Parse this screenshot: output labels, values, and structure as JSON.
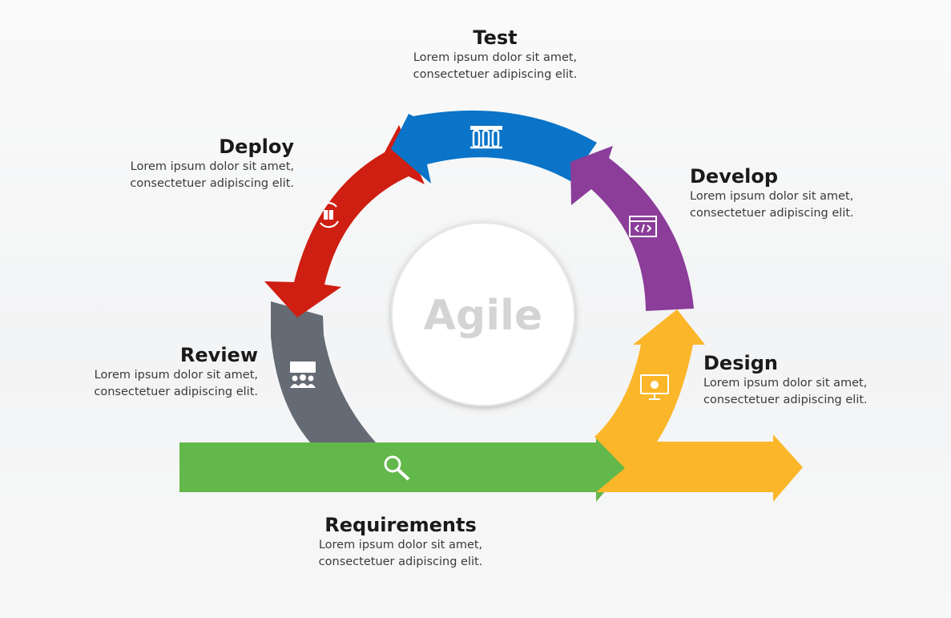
{
  "center": {
    "label": "Agile"
  },
  "stages": {
    "test": {
      "title": "Test",
      "line1": "Lorem ipsum dolor sit amet,",
      "line2": "consectetuer adipiscing elit.",
      "color": "#0a74c8",
      "icon": "test-tubes-icon"
    },
    "deploy": {
      "title": "Deploy",
      "line1": "Lorem ipsum dolor sit amet,",
      "line2": "consectetuer adipiscing elit.",
      "color": "#cf1e12",
      "icon": "package-cycle-icon"
    },
    "develop": {
      "title": "Develop",
      "line1": "Lorem ipsum dolor sit amet,",
      "line2": "consectetuer adipiscing elit.",
      "color": "#8b3d99",
      "icon": "code-window-icon"
    },
    "review": {
      "title": "Review",
      "line1": "Lorem ipsum dolor sit amet,",
      "line2": "consectetuer adipiscing elit.",
      "color": "#646b74",
      "icon": "presentation-team-icon"
    },
    "design": {
      "title": "Design",
      "line1": "Lorem ipsum dolor sit amet,",
      "line2": "consectetuer adipiscing elit.",
      "color": "#fbb629",
      "icon": "design-monitor-icon"
    },
    "requirements": {
      "title": "Requirements",
      "line1": "Lorem ipsum dolor sit amet,",
      "line2": "consectetuer adipiscing elit.",
      "color": "#62b84a",
      "icon": "magnifier-icon"
    }
  }
}
